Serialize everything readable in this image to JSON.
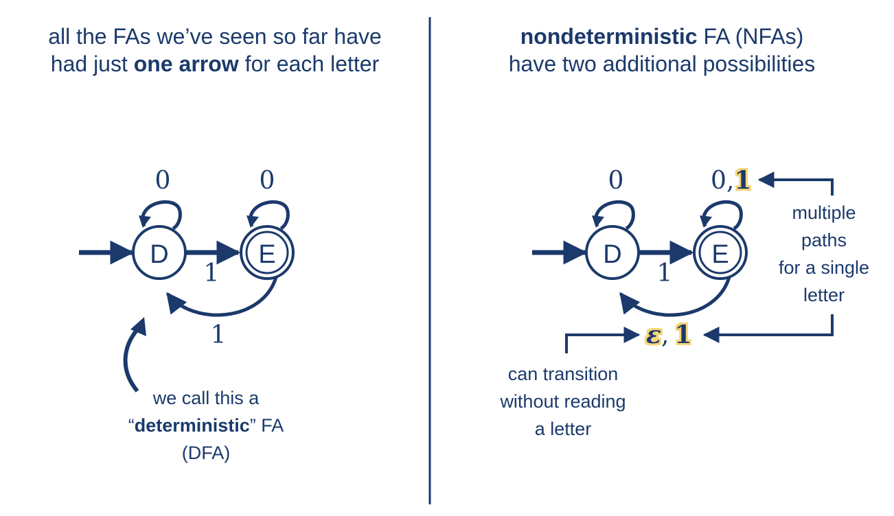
{
  "left": {
    "heading_line1": "all the FAs we’ve seen so far have",
    "heading_line2_pre": "had just ",
    "heading_line2_bold": "one arrow",
    "heading_line2_post": " for each letter",
    "dfa": {
      "state_d": "D",
      "state_e": "E",
      "loop_d_label": "0",
      "loop_e_label": "0",
      "d_to_e_label": "1",
      "e_to_d_label": "1"
    },
    "note_line1": "we call this a",
    "note_open_quote": "“",
    "note_bold": "deterministic",
    "note_close_quote": "” FA",
    "note_line3": "(DFA)"
  },
  "right": {
    "heading_line1_bold": "nondeterministic",
    "heading_line1_post": " FA (NFAs)",
    "heading_line2": "have two additional possibilities",
    "nfa": {
      "state_d": "D",
      "state_e": "E",
      "loop_d_label": "0",
      "loop_e_label_plain": "0,",
      "loop_e_label_highlight": "1",
      "d_to_e_label": "1",
      "e_to_d_label_highlight_eps": "ε",
      "e_to_d_label_comma": ",",
      "e_to_d_label_highlight_one": "1"
    },
    "note_multiple_1": "multiple",
    "note_multiple_2": "paths",
    "note_multiple_3": "for a single",
    "note_multiple_4": "letter",
    "note_epsilon_1": "can transition",
    "note_epsilon_2": "without reading",
    "note_epsilon_3": "a letter"
  },
  "colors": {
    "ink": "#1b3a6b",
    "highlight": "#f6d67a",
    "background": "#ffffff"
  }
}
